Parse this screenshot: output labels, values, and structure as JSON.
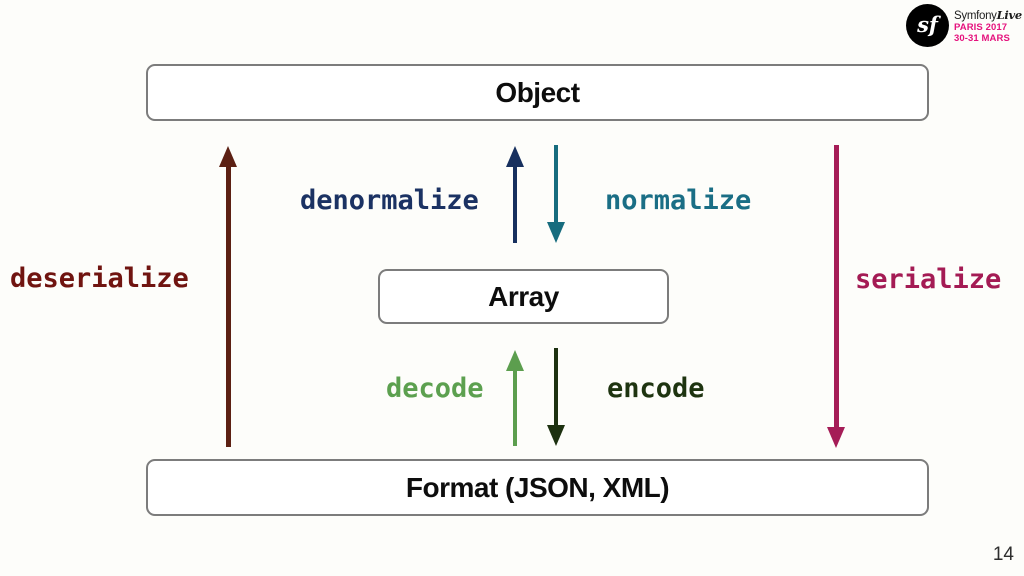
{
  "slide": {
    "page_number": "14"
  },
  "logo": {
    "badge_text": "sf",
    "brand": "Symfony",
    "brand_suffix": "Live",
    "event_line1": "PARIS 2017",
    "event_line2": "30-31 MARS",
    "accent_color": "#e5127d"
  },
  "diagram": {
    "boxes": [
      {
        "id": "object",
        "label": "Object"
      },
      {
        "id": "array",
        "label": "Array"
      },
      {
        "id": "format",
        "label": "Format (JSON, XML)"
      }
    ],
    "arrows": [
      {
        "id": "deserialize",
        "label": "deserialize",
        "direction": "up",
        "from": "format",
        "to": "object",
        "label_color": "#701410",
        "arrow_color": "#5c2013"
      },
      {
        "id": "denormalize",
        "label": "denormalize",
        "direction": "up",
        "from": "array",
        "to": "object",
        "label_color": "#1b3263",
        "arrow_color": "#17305e"
      },
      {
        "id": "normalize",
        "label": "normalize",
        "direction": "down",
        "from": "object",
        "to": "array",
        "label_color": "#1a6e85",
        "arrow_color": "#176c7e"
      },
      {
        "id": "serialize",
        "label": "serialize",
        "direction": "down",
        "from": "object",
        "to": "format",
        "label_color": "#a41b54",
        "arrow_color": "#a51d57"
      },
      {
        "id": "decode",
        "label": "decode",
        "direction": "up",
        "from": "format",
        "to": "array",
        "label_color": "#5ca04f",
        "arrow_color": "#5c9e4e"
      },
      {
        "id": "encode",
        "label": "encode",
        "direction": "down",
        "from": "array",
        "to": "format",
        "label_color": "#1e3410",
        "arrow_color": "#1d3110"
      }
    ]
  }
}
